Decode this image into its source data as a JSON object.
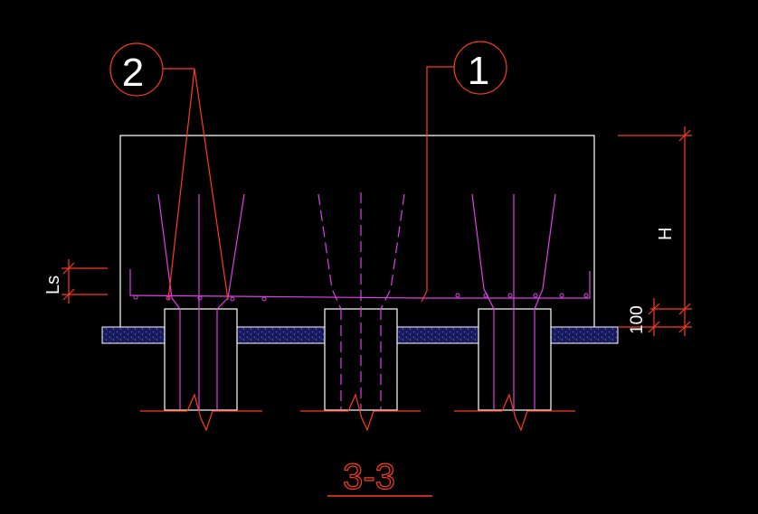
{
  "drawing": {
    "section_label": "3-3",
    "callouts": [
      {
        "number": "2"
      },
      {
        "number": "1"
      }
    ],
    "dimensions": {
      "height_label": "H",
      "cover_label": "100",
      "lap_label": "Ls"
    },
    "colors": {
      "background": "#000000",
      "outline": "#ffffff",
      "leader": "#ff3b1f",
      "rebar": "#e040e8",
      "concrete_fill": "#1a1a5a",
      "concrete_speckle": "#4a6cff"
    },
    "line_style": {
      "middle_pile_bars": "dashed"
    }
  }
}
